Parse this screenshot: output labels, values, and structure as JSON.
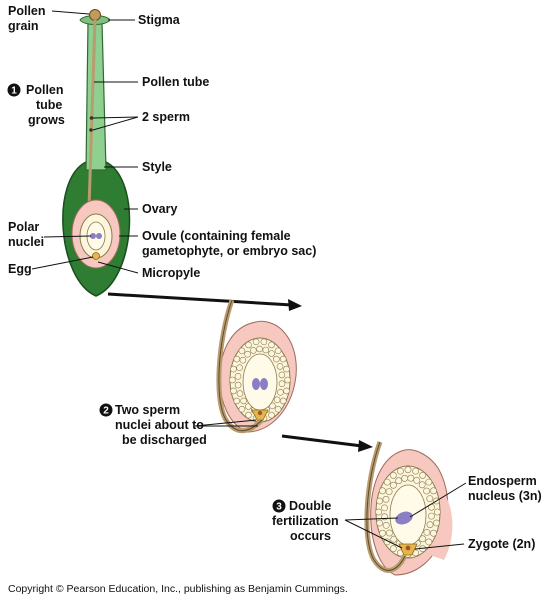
{
  "labels": {
    "pollen_grain": [
      "Pollen",
      "grain"
    ],
    "stigma": "Stigma",
    "step1": [
      "Pollen",
      "tube",
      "grows"
    ],
    "pollen_tube": "Pollen tube",
    "two_sperm": "2 sperm",
    "style": "Style",
    "ovary": "Ovary",
    "polar_nuclei": [
      "Polar",
      "nuclei"
    ],
    "ovule": [
      "Ovule (containing female",
      "gametophyte, or embryo sac)"
    ],
    "egg": "Egg",
    "micropyle": "Micropyle",
    "step2": [
      "Two sperm",
      "nuclei about to",
      "be discharged"
    ],
    "endosperm": [
      "Endosperm",
      "nucleus (3n)"
    ],
    "step3": [
      "Double",
      "fertilization",
      "occurs"
    ],
    "zygote": "Zygote (2n)"
  },
  "step_numbers": [
    "1",
    "2",
    "3"
  ],
  "copyright": "Copyright © Pearson Education, Inc., publishing as Benjamin Cummings.",
  "colors": {
    "ovary_green": "#2e7d32",
    "style_green": "#8fcf90",
    "tube_tan": "#b89c70",
    "ovule_pink": "#f7c8c0",
    "embryo_sac": "#fffbe8",
    "cell_ring": "#fdf6dc",
    "polar_purple": "#8a7fc4",
    "egg_yellow": "#e8b54a"
  }
}
